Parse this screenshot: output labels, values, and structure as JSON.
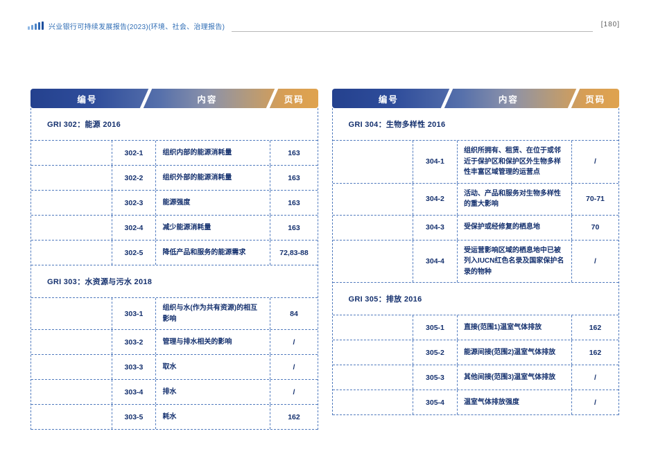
{
  "header": {
    "title": "兴业银行可持续发展报告(2023)(环境、社会、治理报告)",
    "page_number": "[180]"
  },
  "colors": {
    "header_gradient_start": "#24418e",
    "header_gradient_end": "#dfa34f",
    "table_line": "#4f79bd",
    "text_navy": "#14306e",
    "title_blue": "#2f6db5"
  },
  "tables": [
    {
      "columns": [
        "编号",
        "内容",
        "页码"
      ],
      "sections": [
        {
          "title": "GRI 302：能源 2016",
          "rows": [
            {
              "code": "302-1",
              "content": "组织内部的能源消耗量",
              "page": "163"
            },
            {
              "code": "302-2",
              "content": "组织外部的能源消耗量",
              "page": "163"
            },
            {
              "code": "302-3",
              "content": "能源强度",
              "page": "163"
            },
            {
              "code": "302-4",
              "content": "减少能源消耗量",
              "page": "163"
            },
            {
              "code": "302-5",
              "content": "降低产品和服务的能源需求",
              "page": "72,83-88"
            }
          ]
        },
        {
          "title": "GRI 303：水资源与污水 2018",
          "rows": [
            {
              "code": "303-1",
              "content": "组织与水(作为共有资源)的相互影响",
              "page": "84"
            },
            {
              "code": "303-2",
              "content": "管理与排水相关的影响",
              "page": "/"
            },
            {
              "code": "303-3",
              "content": "取水",
              "page": "/"
            },
            {
              "code": "303-4",
              "content": "排水",
              "page": "/"
            },
            {
              "code": "303-5",
              "content": "耗水",
              "page": "162"
            }
          ]
        }
      ]
    },
    {
      "columns": [
        "编号",
        "内容",
        "页码"
      ],
      "sections": [
        {
          "title": "GRI 304：生物多样性 2016",
          "rows": [
            {
              "code": "304-1",
              "content": "组织所拥有、租赁、在位于或邻近于保护区和保护区外生物多样性丰富区域管理的运营点",
              "page": "/"
            },
            {
              "code": "304-2",
              "content": "活动、产品和服务对生物多样性的重大影响",
              "page": "70-71"
            },
            {
              "code": "304-3",
              "content": "受保护或经修复的栖息地",
              "page": "70"
            },
            {
              "code": "304-4",
              "content": "受运营影响区域的栖息地中已被列入IUCN红色名录及国家保护名录的物种",
              "page": "/"
            }
          ]
        },
        {
          "title": "GRI 305：排放 2016",
          "rows": [
            {
              "code": "305-1",
              "content": "直接(范围1)温室气体排放",
              "page": "162"
            },
            {
              "code": "305-2",
              "content": "能源间接(范围2)温室气体排放",
              "page": "162"
            },
            {
              "code": "305-3",
              "content": "其他间接(范围3)温室气体排放",
              "page": "/"
            },
            {
              "code": "305-4",
              "content": "温室气体排放强度",
              "page": "/"
            }
          ]
        }
      ]
    }
  ]
}
